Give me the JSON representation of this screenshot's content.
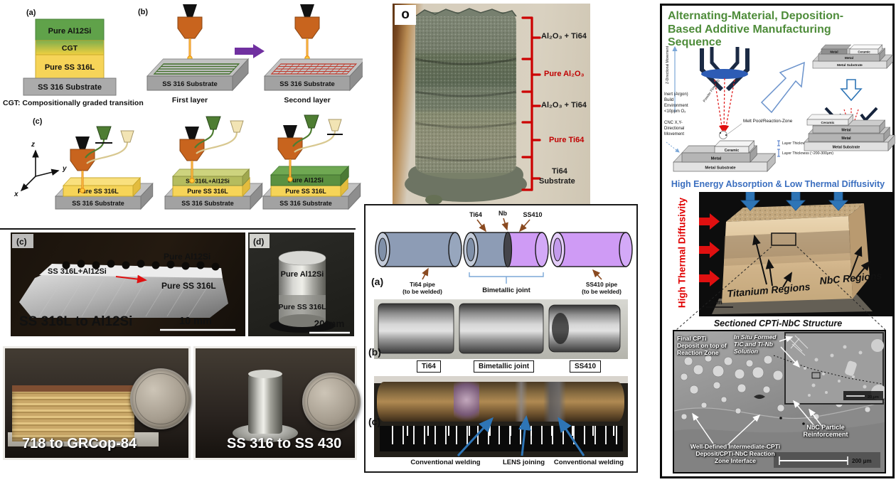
{
  "colors": {
    "title_green": "#4e8c3a",
    "caption_blue": "#3a6ebf",
    "accent_red": "#e00000",
    "bracket_red": "#cc0000",
    "layer_green": "#5b9141",
    "layer_yellow": "#f6d458",
    "substrate_gray": "#a2a2a2",
    "nozzle_orange": "#c8641e",
    "pipe_blue_gray": "#8d9cb5",
    "pipe_purple": "#cf9bf5",
    "arrow_blue": "#2e75b6",
    "purple_arrow": "#7030a0"
  },
  "left": {
    "panel_a": {
      "tag": "(a)",
      "layer_top": "Pure Al12Si",
      "layer_cgt": "CGT",
      "layer_bottom": "Pure SS 316L",
      "substrate": "SS 316 Substrate",
      "caption": "CGT: Compositionally graded transition"
    },
    "panel_b": {
      "tag": "(b)",
      "substrate_first": "SS 316 Substrate",
      "substrate_second": "SS 316 Substrate",
      "caption_first": "First layer",
      "caption_second": "Second layer"
    },
    "panel_c": {
      "tag": "(c)",
      "axis_x": "x",
      "axis_y": "y",
      "axis_z": "z",
      "stage1": {
        "layer1": "Pure SS 316L",
        "substrate": "SS 316 Substrate"
      },
      "stage2": {
        "layer2": "SS 316L+Al12Si",
        "layer1": "Pure SS 316L",
        "substrate": "SS 316 Substrate"
      },
      "stage3": {
        "layer3": "Pure Al12Si",
        "layer1": "Pure SS 316L",
        "substrate": "SS 316 Substrate"
      }
    },
    "photo_cross_section": {
      "tag": "(c)",
      "label_top": "Pure Al12Si",
      "label_mid": "SS 316L+Al12Si",
      "label_bottom": "Pure SS 316L",
      "title": "SS 316L to Al12Si",
      "scale": "10 mm"
    },
    "photo_cylinder": {
      "tag": "(d)",
      "label_top": "Pure Al12Si",
      "label_bottom": "Pure SS 316L",
      "scale": "20 mm"
    },
    "photo_grcop": {
      "title": "718 to GRCop-84"
    },
    "photo_ss430": {
      "title": "SS 316 to SS 430"
    }
  },
  "center": {
    "graded_cylinder": {
      "tag": "o",
      "label_1": "Al₂O₃ + Ti64",
      "label_2": "Pure Al₂O₃",
      "label_3": "Al₂O₃ + Ti64",
      "label_4": "Pure Ti64",
      "label_5a": "Ti64",
      "label_5b": "Substrate"
    },
    "pipe_panel": {
      "tag_a": "(a)",
      "tag_b": "(b)",
      "tag_c": "(c)",
      "callout_ti64": "Ti64",
      "callout_nb": "Nb",
      "callout_ss410": "SS410",
      "left_pipe_1": "Ti64 pipe",
      "left_pipe_2": "(to be welded)",
      "joint_label": "Bimetallic joint",
      "right_pipe_1": "SS410 pipe",
      "right_pipe_2": "(to be welded)",
      "b_left": "Ti64",
      "b_mid": "Bimetallic joint",
      "b_right": "SS410",
      "c_left": "Conventional welding",
      "c_mid": "LENS joining",
      "c_right": "Conventional welding"
    }
  },
  "right": {
    "title_1": "Alternating-Material, Deposition-",
    "title_2": "Based Additive Manufacturing",
    "title_3": "Sequence",
    "z_axis_label": "Z-Directional Movement",
    "inert_1": "Inert (Argon)",
    "inert_2": "Build",
    "inert_3": "Environment",
    "inert_4": "<10ppm O₂",
    "cnc_1": "CNC X,Y-",
    "cnc_2": "Directional",
    "cnc_3": "Movement",
    "powder_label": "Powder Flow (x3)",
    "melt_label": "Melt Pool/Reaction-Zone",
    "thickness_1": "Layer Thickness (~50-100μm)",
    "thickness_2": "Layer Thickness (~200-300μm)",
    "stack_main": {
      "ceramic": "Ceramic",
      "metal": "Metal",
      "substrate": "Metal Substrate"
    },
    "stack_upper": {
      "metal_tile": "Metal",
      "ceramic_tile": "Ceramic",
      "metal": "Metal",
      "substrate": "Metal Substrate"
    },
    "stack_lower": {
      "ceramic": "Ceramic",
      "metal_1": "Metal",
      "metal_2": "Metal",
      "substrate": "Metal Substrate"
    },
    "caption_blue": "High Energy Absorption & Low Thermal Diffusivity",
    "caption_red": "High Thermal Diffusivity",
    "cube": {
      "titanium": "Titanium Regions",
      "nbc": "NbC Regions",
      "scale": "3mm"
    },
    "section_caption": "Sectioned CPTi-NbC Structure",
    "sem": {
      "final_1": "Final CPTi",
      "final_2": "Deposit on top of",
      "final_3": "Reaction Zone",
      "insitu_1": "In Situ Formed",
      "insitu_2": "TiC and Ti-Nb",
      "insitu_3": "Solution",
      "nbc_1": "NbC Particle",
      "nbc_2": "Reinforcement",
      "iface_1": "Well-Defined Intermediate-CPTi",
      "iface_2": "Deposit/CPTi-NbC Reaction",
      "iface_3": "Zone Interface",
      "inset_scale": "20 μm",
      "main_scale": "200 μm"
    }
  }
}
